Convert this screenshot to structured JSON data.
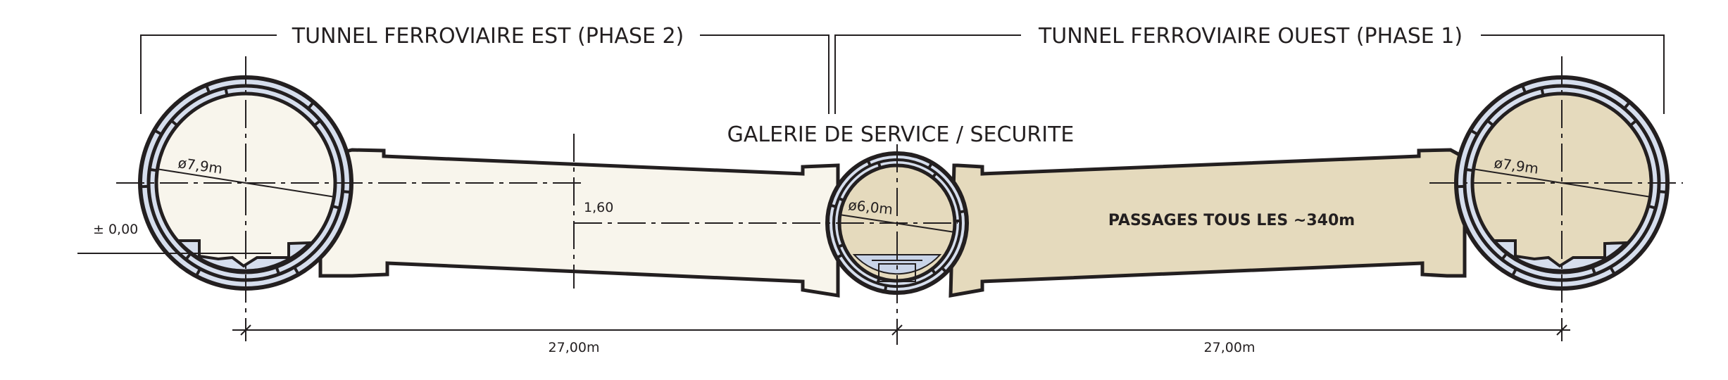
{
  "title_east": "TUNNEL FERROVIAIRE EST (PHASE 2)",
  "title_west": "TUNNEL FERROVIAIRE OUEST (PHASE 1)",
  "title_gallery": "GALERIE DE SERVICE / SECURITE",
  "passages_label": "PASSAGES TOUS LES ~340m",
  "diameter_east": "ø7,9m",
  "diameter_west": "ø7,9m",
  "diameter_gallery": "ø6,0m",
  "level_label": "± 0,00",
  "offset_label": "1,60",
  "dim_left": "27,00m",
  "dim_right": "27,00m",
  "colors": {
    "line": "#231f20",
    "lining": "#d6deed",
    "east_fill": "#f8f5ec",
    "west_fill": "#e5dabd"
  }
}
